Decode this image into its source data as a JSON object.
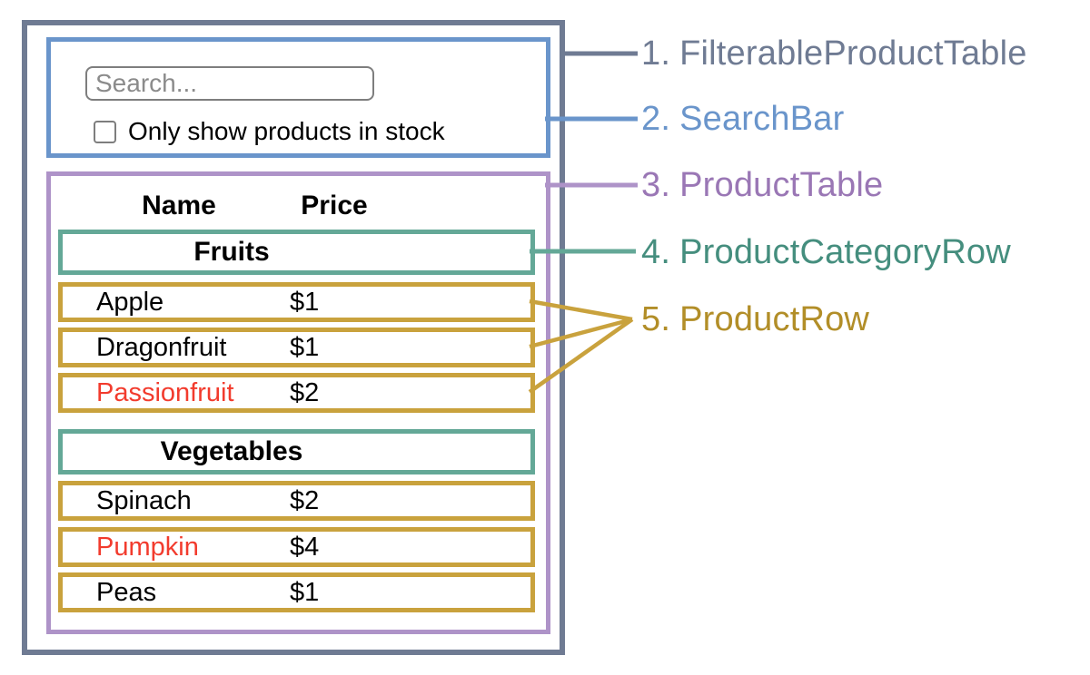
{
  "search_bar": {
    "placeholder": "Search...",
    "checkbox_label": "Only show products in stock",
    "checkbox_checked": false
  },
  "table": {
    "headers": {
      "name": "Name",
      "price": "Price"
    },
    "sections": [
      {
        "category": "Fruits",
        "rows": [
          {
            "name": "Apple",
            "price": "$1",
            "red": false
          },
          {
            "name": "Dragonfruit",
            "price": "$1",
            "red": false
          },
          {
            "name": "Passionfruit",
            "price": "$2",
            "red": true
          }
        ]
      },
      {
        "category": "Vegetables",
        "rows": [
          {
            "name": "Spinach",
            "price": "$2",
            "red": false
          },
          {
            "name": "Pumpkin",
            "price": "$4",
            "red": true
          },
          {
            "name": "Peas",
            "price": "$1",
            "red": false
          }
        ]
      }
    ]
  },
  "legend": [
    {
      "num": "1.",
      "label": "FilterableProductTable",
      "color": "#6F7B93"
    },
    {
      "num": "2.",
      "label": "SearchBar",
      "color": "#6A95CB"
    },
    {
      "num": "3.",
      "label": "ProductTable",
      "color": "#9A77B5"
    },
    {
      "num": "4.",
      "label": "ProductCategoryRow",
      "color": "#458E7E"
    },
    {
      "num": "5.",
      "label": "ProductRow",
      "color": "#B28E28"
    }
  ],
  "colors": {
    "outer_border": "#6F7B93",
    "search_border": "#6A95CB",
    "table_border": "#AE93C8",
    "category_border": "#64A897",
    "product_border": "#C9A23D",
    "out_of_stock_text": "#F23B2D",
    "text": "#000000",
    "input_border": "#7E7E7E",
    "placeholder": "#8B8B8B"
  }
}
